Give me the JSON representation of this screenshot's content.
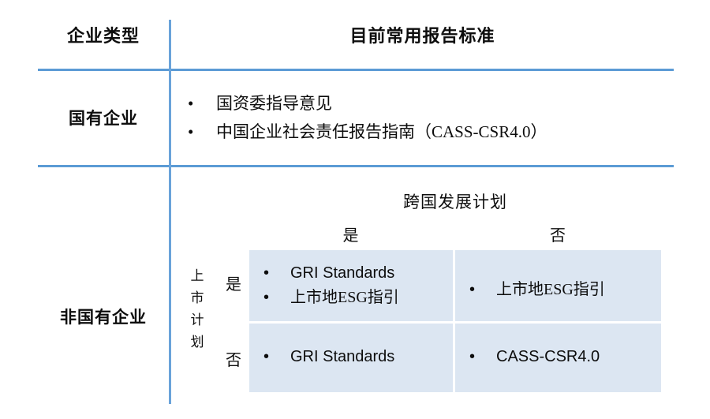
{
  "table": {
    "header": {
      "type_label": "企业类型",
      "standards_label": "目前常用报告标准"
    },
    "rows": [
      {
        "row_label": "国有企业",
        "bullets": [
          {
            "bullet_glyph": "•",
            "text": "国资委指导意见"
          },
          {
            "bullet_glyph": "•",
            "text": "中国企业社会责任报告指南（CASS-CSR4.0）"
          }
        ]
      },
      {
        "row_label": "非国有企业",
        "matrix": {
          "title": "跨国发展计划",
          "column_headers": [
            "是",
            "否"
          ],
          "axis_caption_chars": [
            "上",
            "市",
            "计",
            "划"
          ],
          "row_headers": [
            "是",
            "否"
          ],
          "cells": [
            [
              {
                "bullet_glyph": "•",
                "items": [
                  "GRI Standards",
                  "上市地ESG指引"
                ]
              },
              {
                "bullet_glyph": "•",
                "items": [
                  "上市地ESG指引"
                ]
              }
            ],
            [
              {
                "bullet_glyph": "•",
                "items": [
                  "GRI Standards"
                ]
              },
              {
                "bullet_glyph": "•",
                "items": [
                  "CASS-CSR4.0"
                ]
              }
            ]
          ]
        }
      }
    ]
  },
  "colors": {
    "rule": "#5b9bd5",
    "divider": "#6aa3da",
    "cell_fill": "#dce6f2",
    "text": "#0d0d0d",
    "background": "#ffffff"
  }
}
